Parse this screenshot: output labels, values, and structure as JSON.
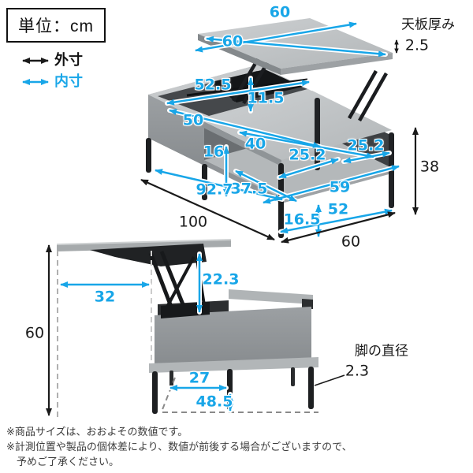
{
  "unit": {
    "label": "単位：cm"
  },
  "legend": {
    "outer_label": "外寸",
    "inner_label": "内寸"
  },
  "colors": {
    "accent_blue": "#18A6E8",
    "line_black": "#1A1A1A"
  },
  "top_view": {
    "thickness": {
      "label": "天板厚み",
      "value": "2.5"
    },
    "dims": {
      "panel_depth": "60",
      "panel_width": "60",
      "opening_width": "52.5",
      "opening_depth": "50",
      "lift_inner_height": "11.5",
      "fixed_top_depth": "40",
      "shelf_space_height": "16",
      "shelf_depth_front": "25.2",
      "shelf_depth_back": "25.2",
      "inner_width": "92.7",
      "front_inner_depth": "37.5",
      "shelf_width": "59",
      "total_width": "100",
      "leg_clearance": "16.5",
      "shelf_span": "52",
      "total_depth": "60",
      "total_height": "38"
    }
  },
  "side_view": {
    "dims": {
      "lifted_height": "60",
      "panel_overhang": "32",
      "lift_rise": "22.3",
      "leg_gap": "27",
      "leg_span": "48.5"
    },
    "leg": {
      "label": "脚の直径",
      "value": "2.3"
    }
  },
  "footnotes": {
    "line1": "※商品サイズは、おおよその数値です。",
    "line2": "※計測位置や製品の個体差により、数値が前後する場合がございますので、",
    "line3": "　予めご了承ください。"
  }
}
